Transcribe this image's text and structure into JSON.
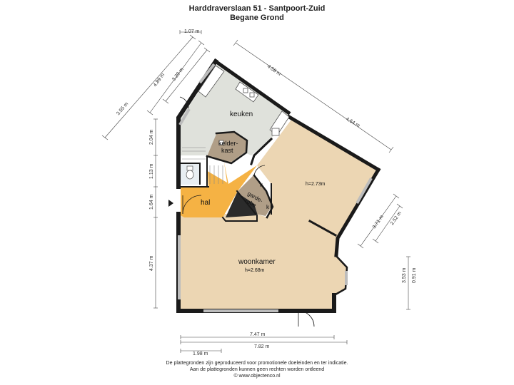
{
  "header": {
    "title": "Harddraverslaan 51 - Santpoort-Zuid",
    "subtitle": "Begane Grond"
  },
  "rooms": {
    "keuken": "keuken",
    "kelderkast_1": "kelder-",
    "kelderkast_2": "kast",
    "hal": "hal",
    "garderobe_1": "garde-",
    "garderobe_2": "robe",
    "k1": "k",
    "k2": "k",
    "woonkamer": "woonkamer",
    "woonkamer_height": "h=2.68m",
    "extension_height": "h=2.73m"
  },
  "dimensions": {
    "d107": "1.07 m",
    "d458": "4.58 m",
    "d464": "4.64 m",
    "d489": "4.89 m",
    "d329": "3.29 m",
    "d355": "3.55 m",
    "d204": "2.04 m",
    "d113": "1.13 m",
    "d164": "1.64 m",
    "d437": "4.37 m",
    "d371": "3.71 m",
    "d252": "2.52 m",
    "d353": "3.53 m",
    "d091": "0.91 m",
    "d747": "7.47 m",
    "d782": "7.82 m",
    "d198": "1.98 m"
  },
  "footer": {
    "line1": "De plattegronden zijn geproduceerd voor promotionele doeleinden en ter indicatie.",
    "line2": "Aan de plattegronden kunnen geen rechten worden ontleend",
    "line3": "© www.objectenco.nl"
  },
  "colors": {
    "wall": "#1a1a1a",
    "woonkamer": "#ecd6b3",
    "keuken": "#dfe1db",
    "hal": "#f5b244",
    "kast": "#b09e87",
    "dark": "#2b2b2b",
    "window": "#bcbcbc"
  }
}
